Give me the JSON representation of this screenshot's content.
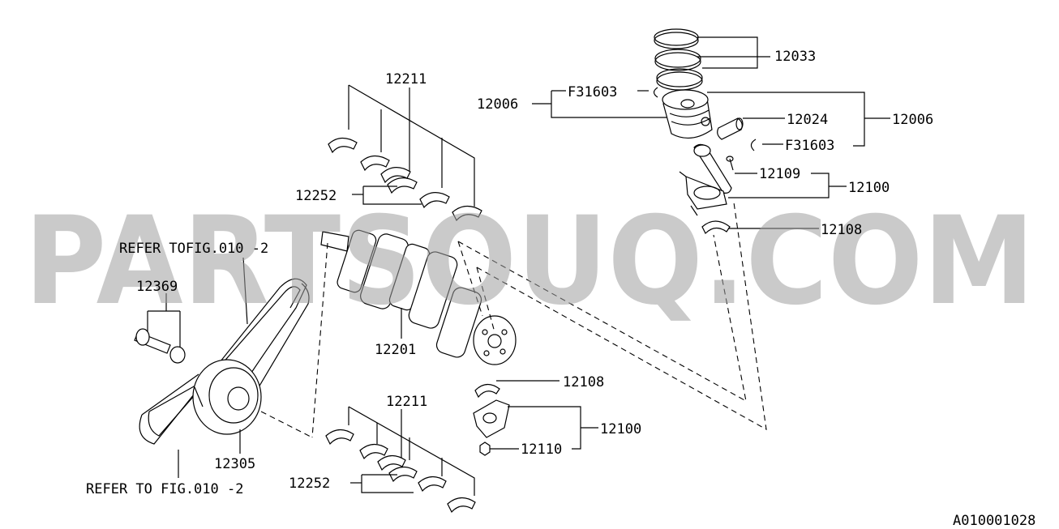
{
  "watermark": "PARTSOUQ.COM",
  "figure_code": "A010001028",
  "callouts": {
    "c12033": "12033",
    "c12006_left": "12006",
    "cF31603_top": "F31603",
    "c12024": "12024",
    "c12006_right": "12006",
    "cF31603_bottom": "F31603",
    "c12109": "12109",
    "c12100_top": "12100",
    "c12108_top": "12108",
    "c12211_top": "12211",
    "c12252_top": "12252",
    "refer_top": "REFER TOFIG.010 -2",
    "c12369": "12369",
    "c12201": "12201",
    "c12108_bottom": "12108",
    "c12100_bottom": "12100",
    "c12110": "12110",
    "c12211_bottom": "12211",
    "c12305": "12305",
    "c12252_bottom": "12252",
    "refer_bottom": "REFER TO FIG.010 -2"
  }
}
